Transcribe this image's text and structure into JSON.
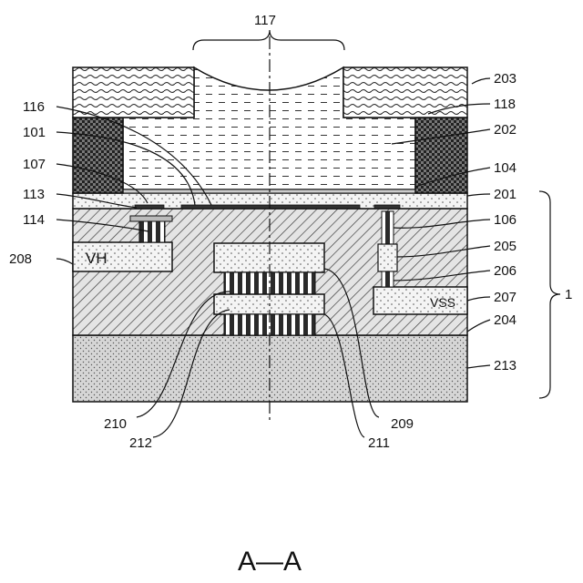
{
  "figure": {
    "caption": "A—A",
    "labels": {
      "l117": "117",
      "l203": "203",
      "l118": "118",
      "l202": "202",
      "l116": "116",
      "l101": "101",
      "l107": "107",
      "l104": "104",
      "l113": "113",
      "l201": "201",
      "l114": "114",
      "l106": "106",
      "l208": "208",
      "l205": "205",
      "l206": "206",
      "l207": "207",
      "l1": "1",
      "l204": "204",
      "l213": "213",
      "l210": "210",
      "l209": "209",
      "l212": "212",
      "l211": "211"
    },
    "inline_text": {
      "vh": "VH",
      "vss": "VSS"
    }
  }
}
